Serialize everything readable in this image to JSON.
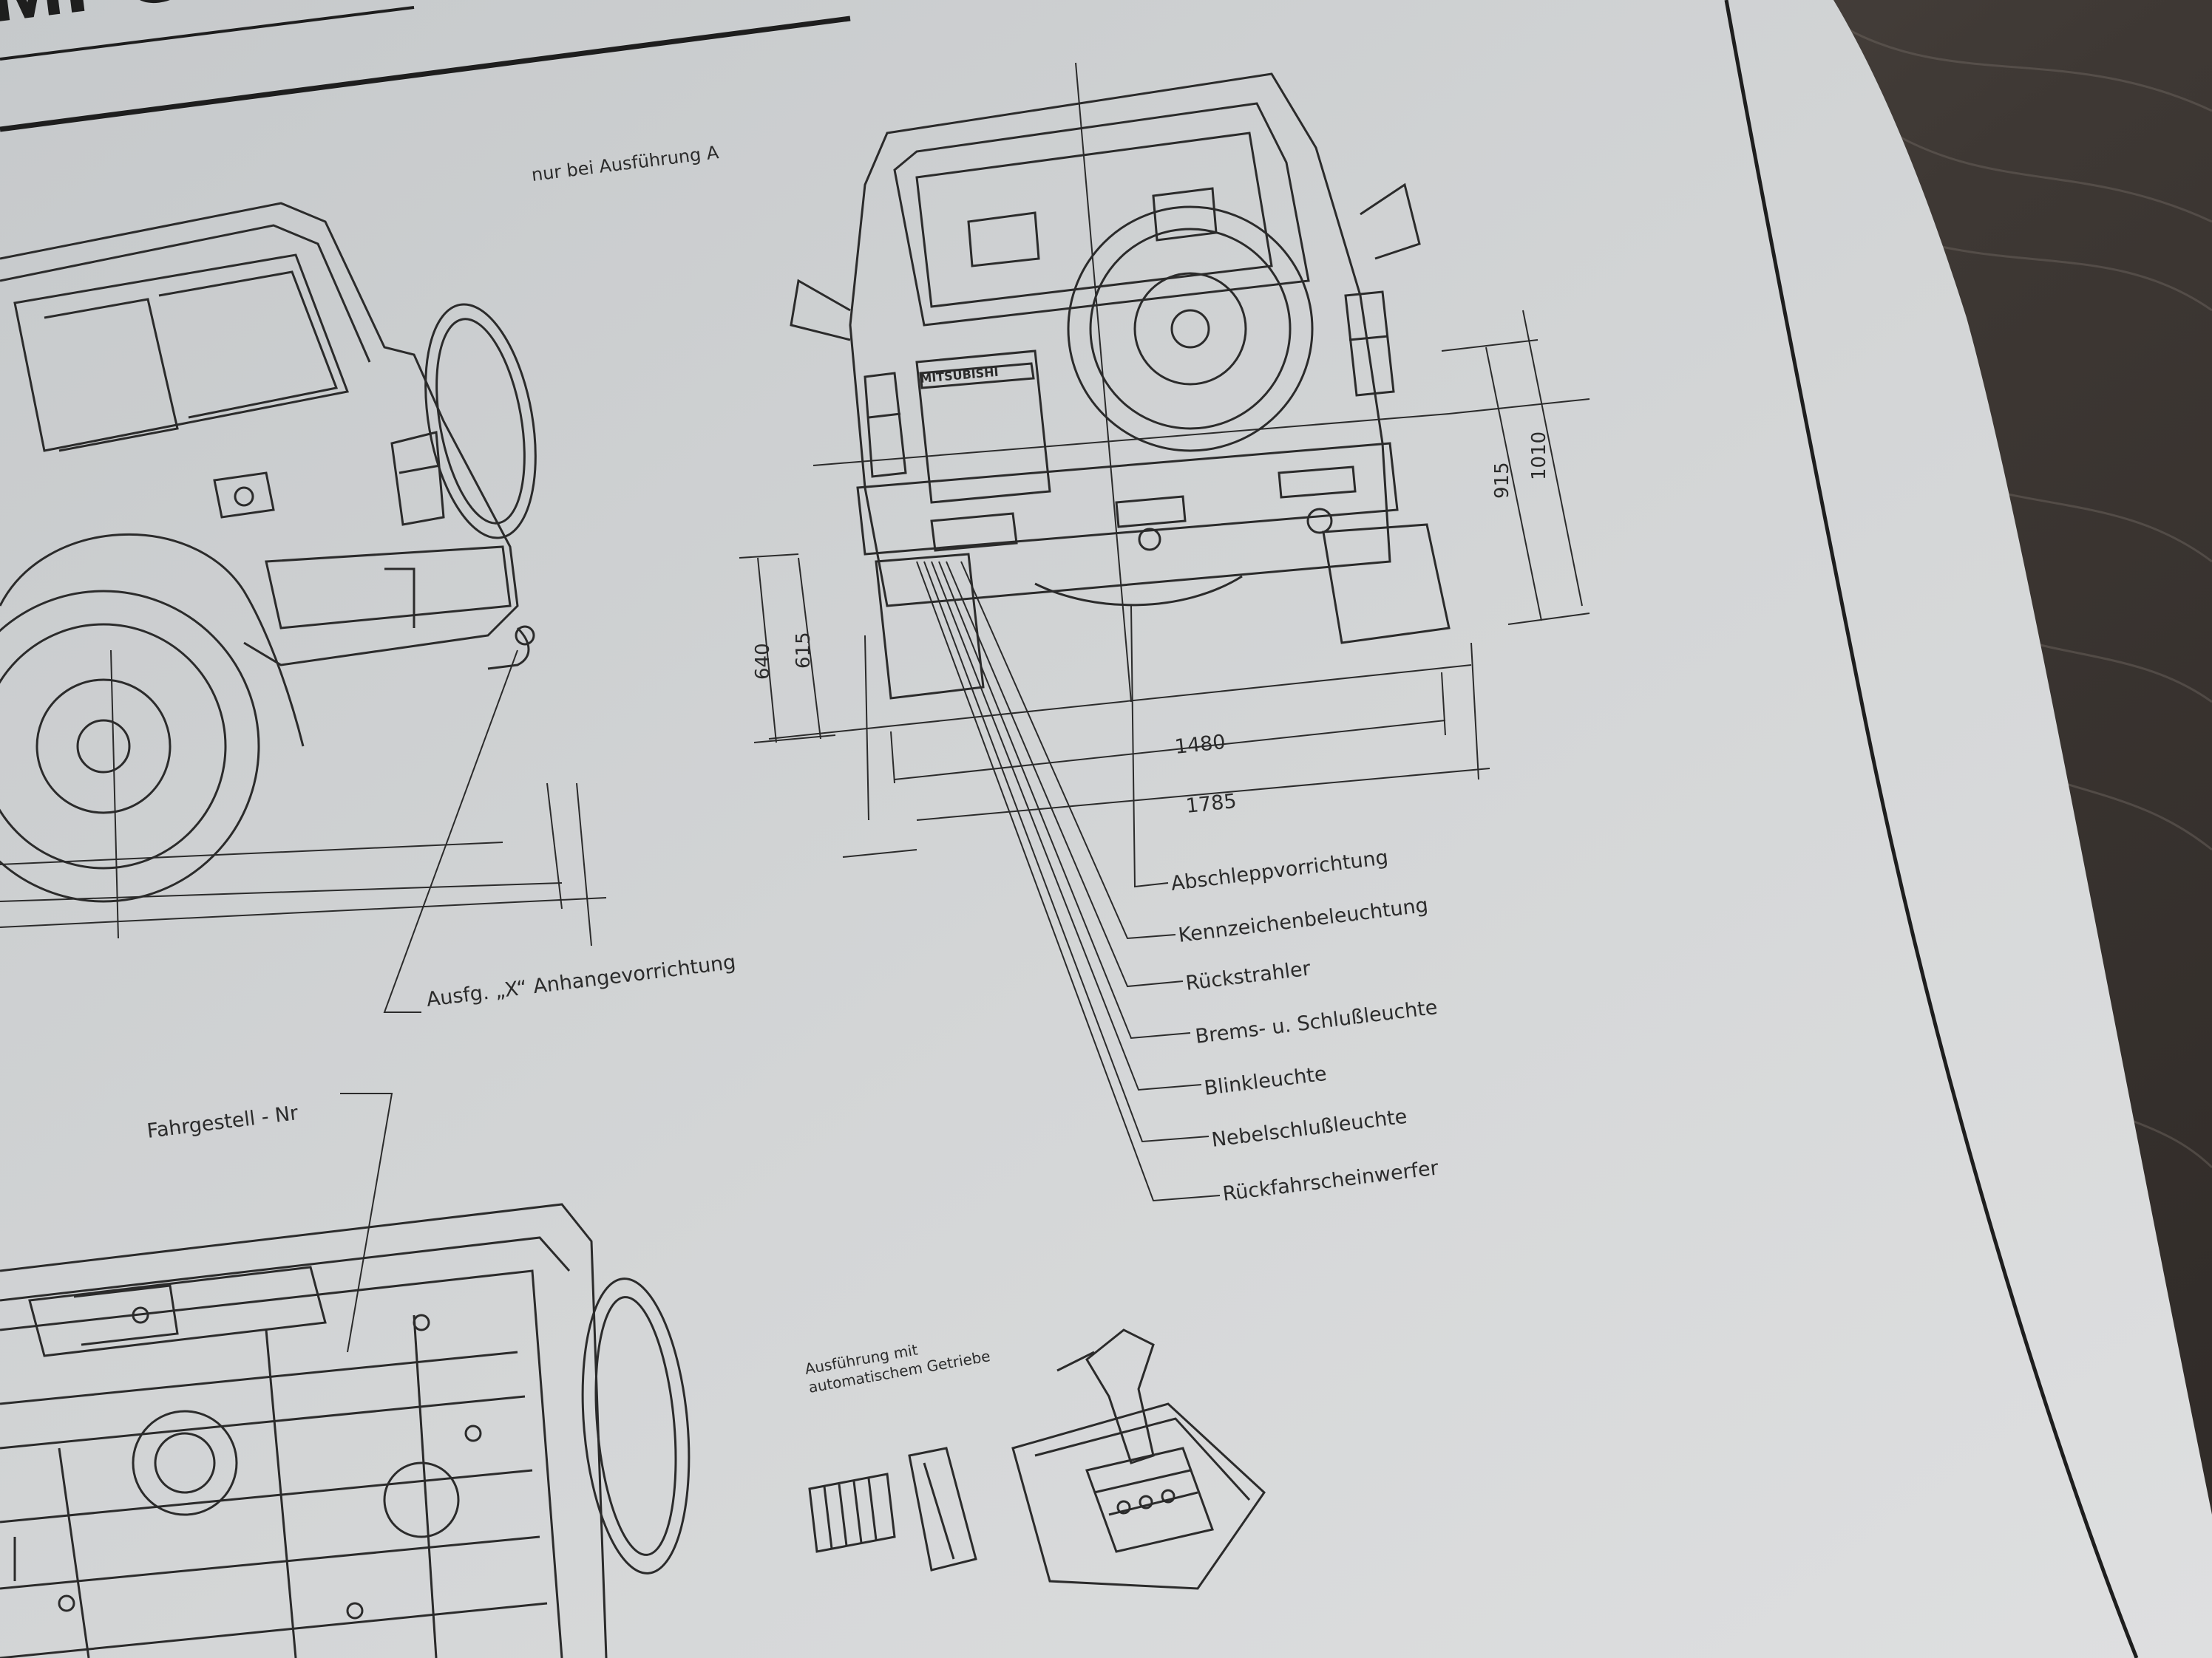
{
  "header": {
    "title_fragment": "MPG"
  },
  "notes": {
    "variant_a": "nur bei Ausführung A",
    "hitch": "Ausfg. „X“ Anhangevorrichtung",
    "chassis_no": "Fahrgestell - Nr",
    "automatic_line1": "Ausführung mit",
    "automatic_line2": "automatischem Getriebe"
  },
  "dimensions": {
    "d640": "640",
    "d615": "615",
    "d915": "915",
    "d1010": "1010",
    "d1480": "1480",
    "d1785": "1785"
  },
  "rear_callouts": [
    "Abschleppvorrichtung",
    "Kennzeichenbeleuchtung",
    "Rückstrahler",
    "Brems- u. Schlußleuchte",
    "Blinkleuchte",
    "Nebelschlußleuchte",
    "Rückfahrscheinwerfer"
  ],
  "plate_text": "MITSUBISHI",
  "colors": {
    "paper": "#d3d5d6",
    "ink": "#2b2b2b",
    "table_wood": "#4a4440"
  }
}
